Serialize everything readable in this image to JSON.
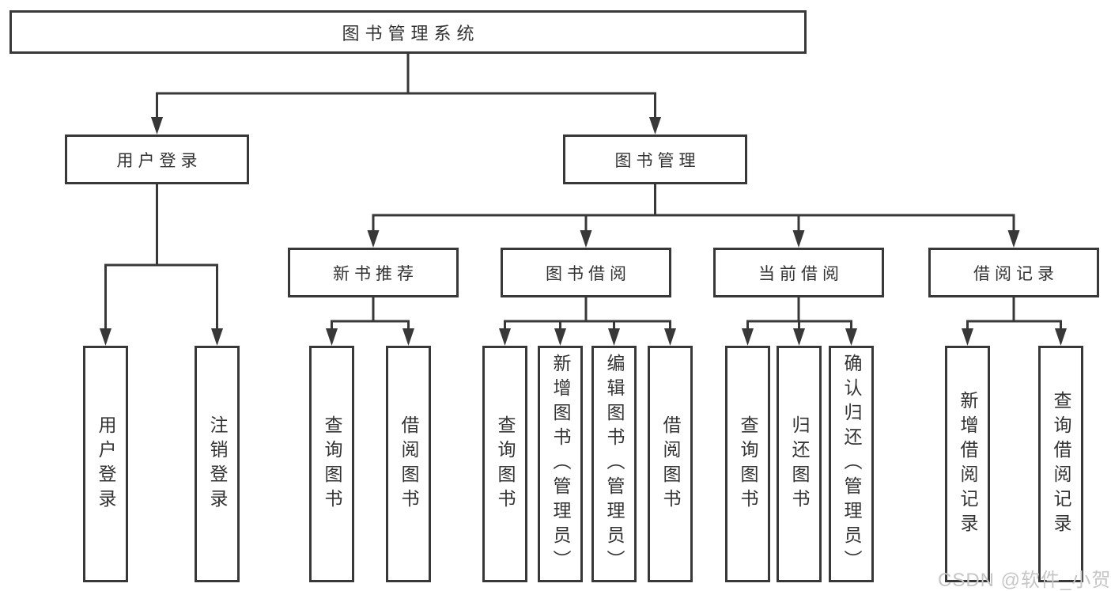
{
  "tree": {
    "root": "图书管理系统",
    "user_login": {
      "label": "用户登录",
      "children": [
        "用户登录",
        "注销登录"
      ]
    },
    "book_mgmt": {
      "label": "图书管理",
      "sections": {
        "new_book_rec": {
          "label": "新书推荐",
          "children": [
            "查询图书",
            "借阅图书"
          ]
        },
        "book_borrow": {
          "label": "图书借阅",
          "children": [
            "查询图书",
            "新增图书（管理员）",
            "编辑图书（管理员）",
            "借阅图书"
          ]
        },
        "current_borrow": {
          "label": "当前借阅",
          "children": [
            "查询图书",
            "归还图书",
            "确认归还（管理员）"
          ]
        },
        "borrow_record": {
          "label": "借阅记录",
          "children": [
            "新增借阅记录",
            "查询借阅记录"
          ]
        }
      }
    }
  },
  "watermark": "CSDN @软件_小贺同学",
  "colors": {
    "line": "#383838",
    "text": "#333333",
    "watermark": "#c6c6c6",
    "background": "#ffffff"
  }
}
